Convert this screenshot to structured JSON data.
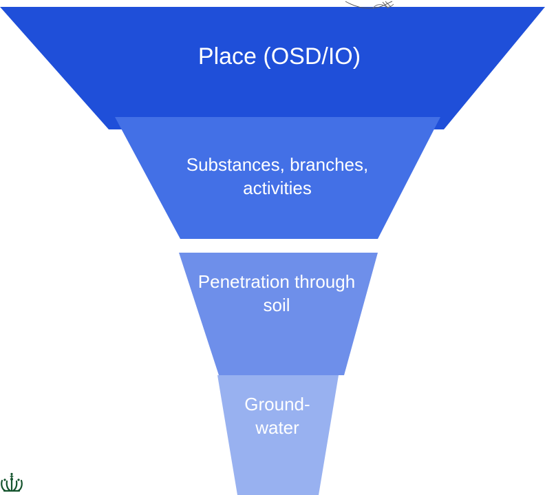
{
  "stages": [
    {
      "label": "Place (OSD/IO)",
      "color": "#1f4fd9"
    },
    {
      "label": "Substances, branches, activities",
      "color": "#4370e6"
    },
    {
      "label": "Penetration through soil",
      "color": "#6e8fea"
    },
    {
      "label": "Ground-water",
      "color": "#98b1f0"
    }
  ],
  "logo": {
    "icon": "royal-crown-icon",
    "color": "#14532d"
  }
}
